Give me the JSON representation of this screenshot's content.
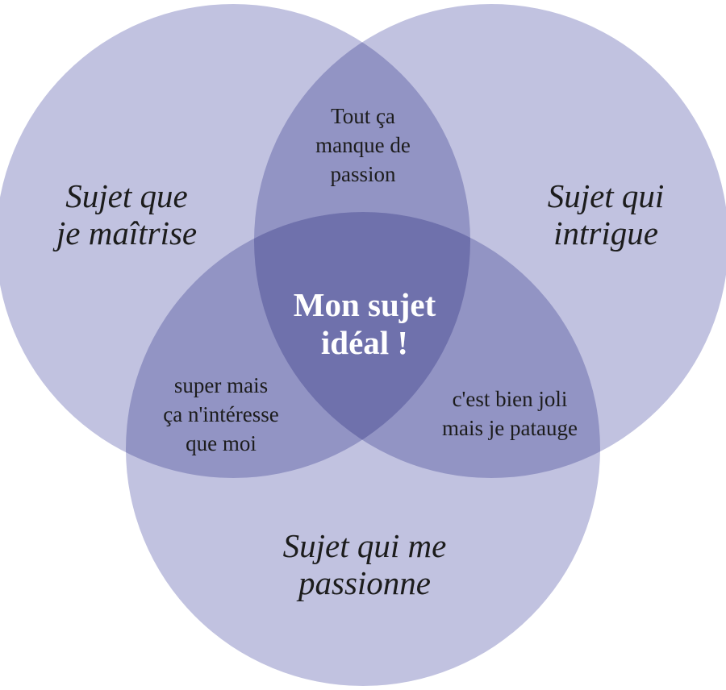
{
  "colors": {
    "background": "#ffffff",
    "circle_fill": "#c1c2e0",
    "overlap_two": "#9294c5",
    "overlap_three": "#6f71ad",
    "label_text": "#1c1c1c",
    "center_text": "#ffffff"
  },
  "venn": {
    "type": "venn3",
    "sets": [
      {
        "id": "maitrise",
        "position": "top-left",
        "label_lines": [
          "Sujet que",
          "je maîtrise"
        ]
      },
      {
        "id": "intrigue",
        "position": "top-right",
        "label_lines": [
          "Sujet qui",
          "intrigue"
        ]
      },
      {
        "id": "passionne",
        "position": "bottom",
        "label_lines": [
          "Sujet qui me",
          "passionne"
        ]
      }
    ],
    "intersections": [
      {
        "sets": [
          "maitrise",
          "intrigue"
        ],
        "label_lines": [
          "Tout ça",
          "manque de",
          "passion"
        ]
      },
      {
        "sets": [
          "maitrise",
          "passionne"
        ],
        "label_lines": [
          "super mais",
          "ça n'intéresse",
          "que moi"
        ]
      },
      {
        "sets": [
          "intrigue",
          "passionne"
        ],
        "label_lines": [
          "c'est bien joli",
          "mais je patauge"
        ]
      },
      {
        "sets": [
          "maitrise",
          "intrigue",
          "passionne"
        ],
        "label_lines": [
          "Mon sujet",
          "idéal !"
        ]
      }
    ]
  }
}
